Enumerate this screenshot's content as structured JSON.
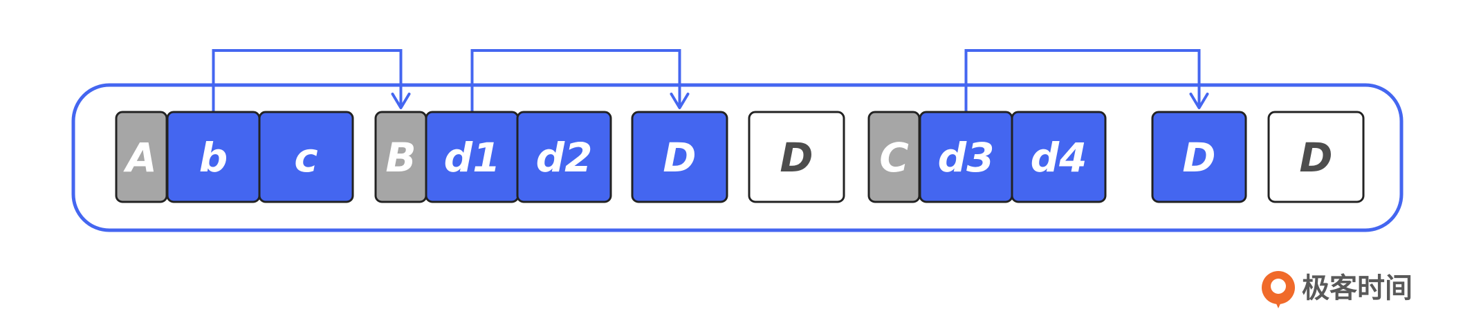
{
  "colors": {
    "blue": "#4466f0",
    "gray": "#a6a6a6",
    "white": "#ffffff",
    "border": "#222222",
    "text_on_color": "#ffffff",
    "text_on_white": "#4d4d4d",
    "line": "#4466f0",
    "logo_orange": "#f06a2a",
    "logo_text": "#595959"
  },
  "blocks": [
    {
      "label": "A",
      "style": "gray"
    },
    {
      "label": "b",
      "style": "blue"
    },
    {
      "label": "c",
      "style": "blue"
    },
    {
      "label": "B",
      "style": "gray"
    },
    {
      "label": "d1",
      "style": "blue"
    },
    {
      "label": "d2",
      "style": "blue"
    },
    {
      "label": "D",
      "style": "blue"
    },
    {
      "label": "D",
      "style": "white"
    },
    {
      "label": "C",
      "style": "gray"
    },
    {
      "label": "d3",
      "style": "blue"
    },
    {
      "label": "d4",
      "style": "blue"
    },
    {
      "label": "D",
      "style": "blue"
    },
    {
      "label": "D",
      "style": "white"
    }
  ],
  "links": [
    {
      "from": 1,
      "to": 3
    },
    {
      "from": 4,
      "to": 6
    },
    {
      "from": 9,
      "to": 11
    }
  ],
  "logo": {
    "icon": "geektime-logo-icon",
    "text": "极客时间"
  }
}
